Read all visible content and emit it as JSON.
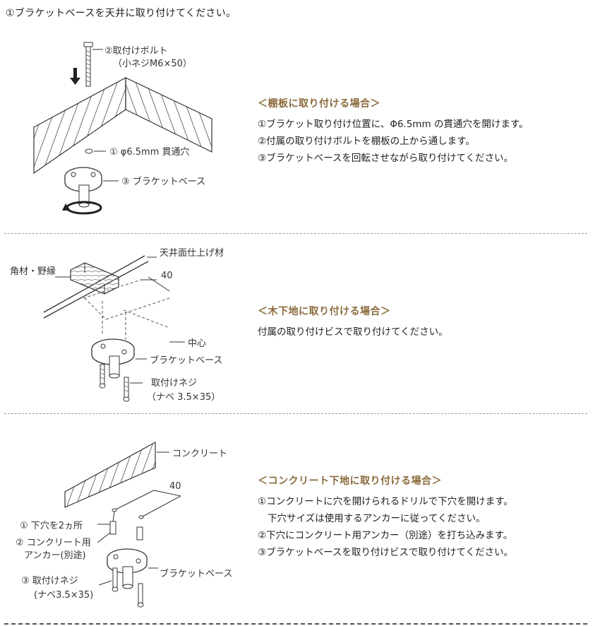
{
  "intro": "①ブラケットベースを天井に取り付けてください。",
  "section1": {
    "labels": {
      "bolt": "②取付けボルト",
      "bolt_spec": "（小ネジM6×50）",
      "hole": "① φ6.5mm 貫通穴",
      "base": "③ ブラケットベース"
    },
    "heading": "＜棚板に取り付ける場合＞",
    "steps": [
      "①ブラケット取り付け位置に、Φ6.5mm の貫通穴を開けます。",
      "②付属の取り付けボルトを棚板の上から通します。",
      "③ブラケットベースを回転させながら取り付けてください。"
    ]
  },
  "section2": {
    "labels": {
      "finish": "天井面仕上げ材",
      "joist": "角材・野縁",
      "dim": "40",
      "center": "中心",
      "base": "ブラケットベース",
      "screw": "取付けネジ",
      "screw_spec": "（ナベ 3.5×35）"
    },
    "heading": "＜木下地に取り付ける場合＞",
    "steps": [
      "付属の取り付けビスで取り付けてください。"
    ]
  },
  "section3": {
    "labels": {
      "concrete": "コンクリート",
      "dim": "40",
      "pilot": "① 下穴を2ヵ所",
      "anchor": "② コンクリート用",
      "anchor_spec": "アンカー(別途)",
      "base": "ブラケットベース",
      "screw": "③ 取付けネジ",
      "screw_spec": "(ナベ3.5×35)"
    },
    "heading": "＜コンクリート下地に取り付ける場合＞",
    "steps": [
      "①コンクリートに穴を開けられるドリルで下穴を開けます。",
      "下穴サイズは使用するアンカーに従ってください。",
      "②下穴にコンクリート用アンカー（別途）を打ち込みます。",
      "③ブラケットベースを取り付けビスで取り付けてください。"
    ]
  }
}
